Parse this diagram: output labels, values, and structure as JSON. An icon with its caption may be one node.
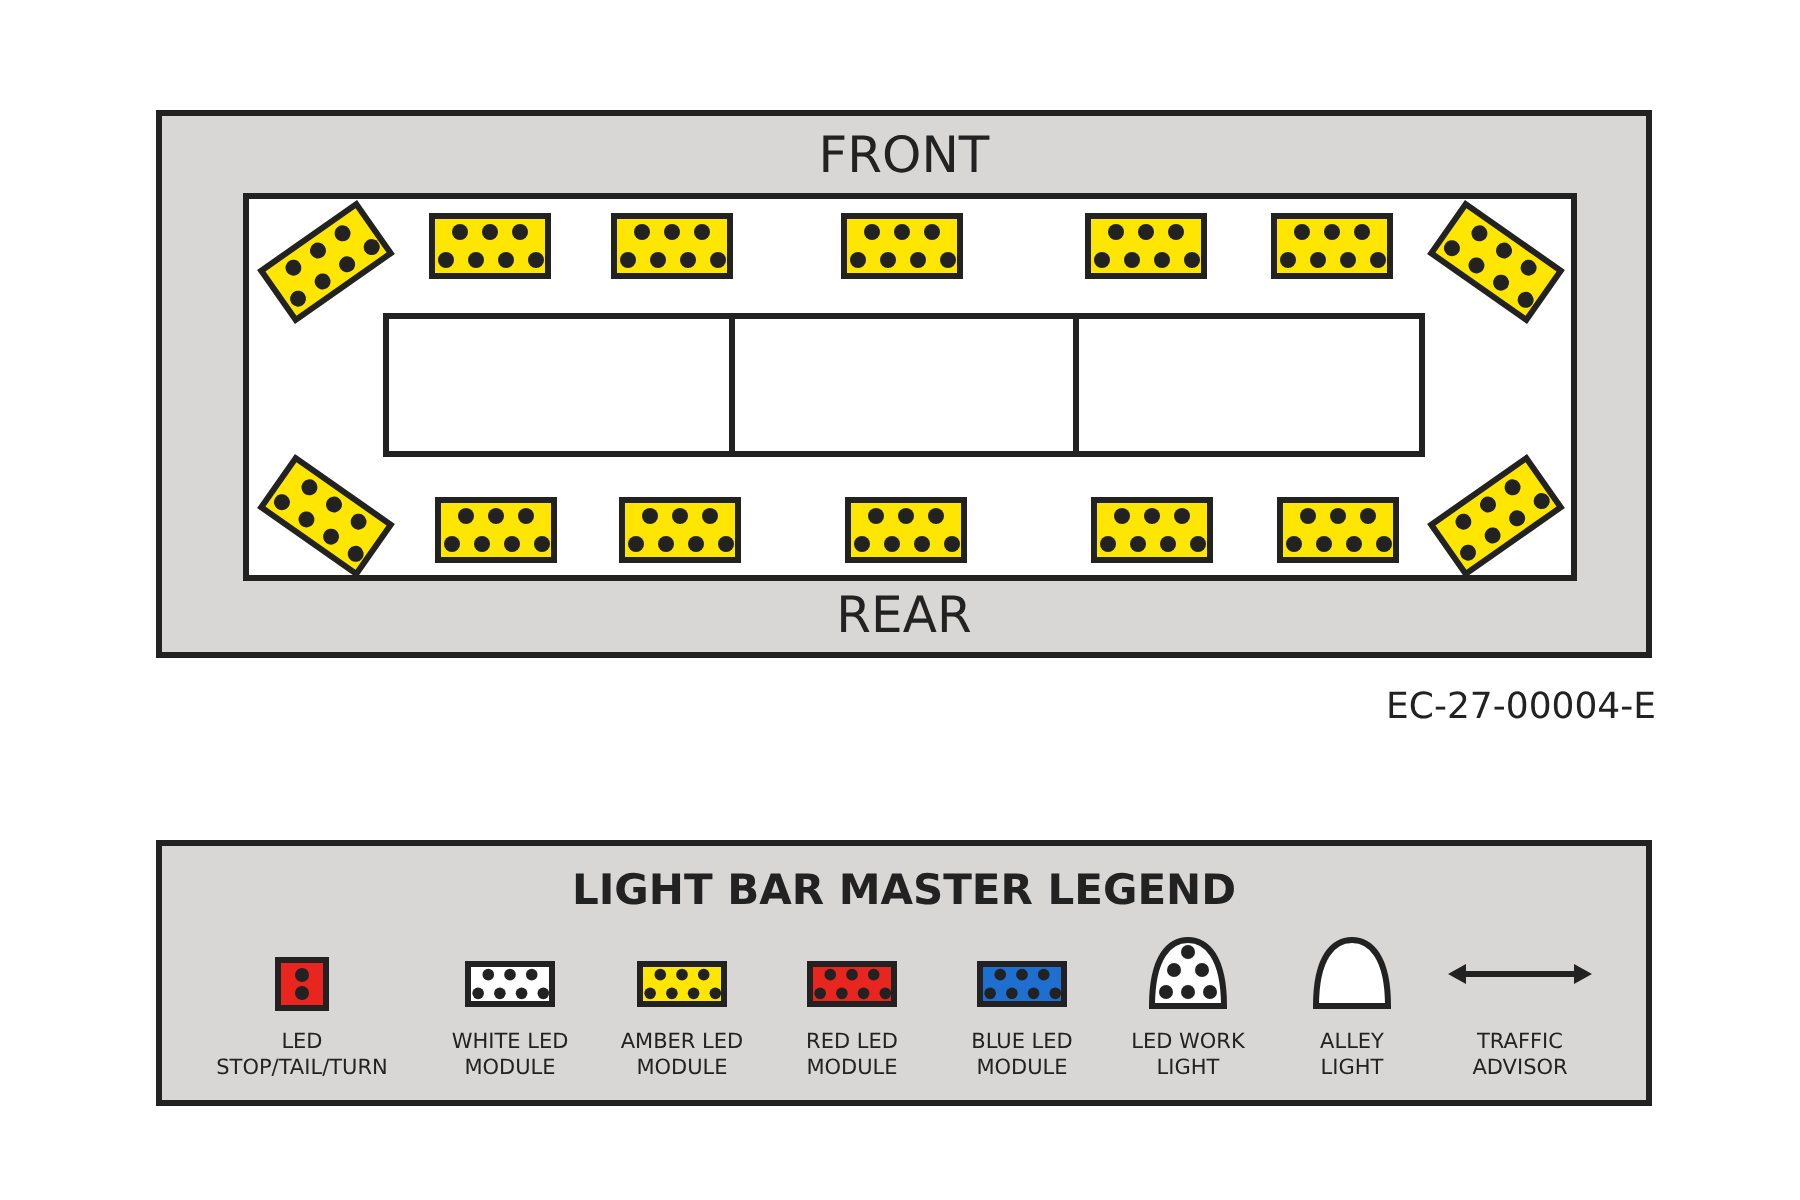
{
  "diagram": {
    "labels": [
      "FRONT",
      "REAR",
      "EC-27-00004-E",
      "LIGHT BAR MASTER LEGEND"
    ],
    "legend": [
      {
        "text": "LED STOP/TAIL/TURN",
        "color": "#e8251f"
      },
      {
        "text": "WHITE LED MODULE",
        "color": "#ffffff"
      },
      {
        "text": "AMBER LED MODULE",
        "color": "#ffe600"
      },
      {
        "text": "RED LED MODULE",
        "color": "#e8251f"
      },
      {
        "text": "BLUE LED MODULE",
        "color": "#1e6fd0"
      },
      {
        "text": "LED WORK LIGHT"
      },
      {
        "text": "ALLEY LIGHT"
      },
      {
        "text": "TRAFFIC ADVISOR"
      }
    ]
  }
}
